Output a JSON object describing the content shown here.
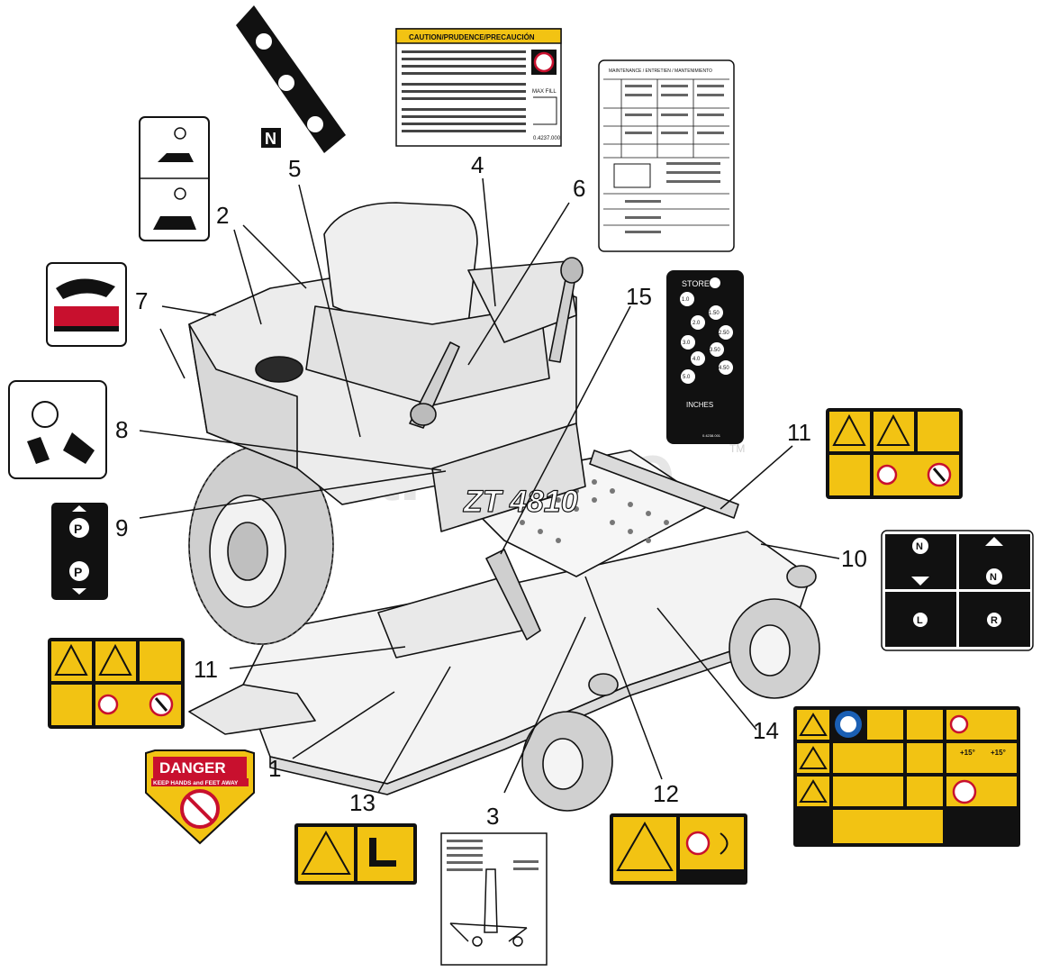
{
  "watermark": "PartsTree",
  "watermark_tm": "TM",
  "callouts": [
    "1",
    "2",
    "3",
    "4",
    "5",
    "6",
    "7",
    "8",
    "9",
    "10",
    "11",
    "11",
    "12",
    "13",
    "14",
    "15"
  ],
  "mower_logo": "ZT 4810",
  "decals": {
    "caution_header": "CAUTION/PRUDENCE/PRECAUCIÓN",
    "caution_max_fill": "MAX FILL",
    "caution_part_no": "0.4237.000",
    "maintenance_header": "MAINTENANCE / ENTRETIEN / MANTENIMIENTO",
    "height_store": "STORE",
    "height_values": [
      "1.0",
      "1.50",
      "2.0",
      "2.50",
      "3.0",
      "3.50",
      "4.0",
      "4.50",
      "5.0"
    ],
    "height_unit": "INCHES",
    "height_part_no": "0.4238.001",
    "danger_title": "DANGER",
    "danger_sub": "KEEP HANDS and FEET AWAY",
    "slope_left": "+15°",
    "slope_right": "+15°",
    "neutral_letter": "N",
    "left_letter": "L",
    "right_letter": "R",
    "park_letter": "P"
  },
  "colors": {
    "warning_yellow": "#f2c313",
    "danger_red": "#c8102e",
    "decal_black": "#111111",
    "mandatory_blue": "#1a5fb4"
  }
}
